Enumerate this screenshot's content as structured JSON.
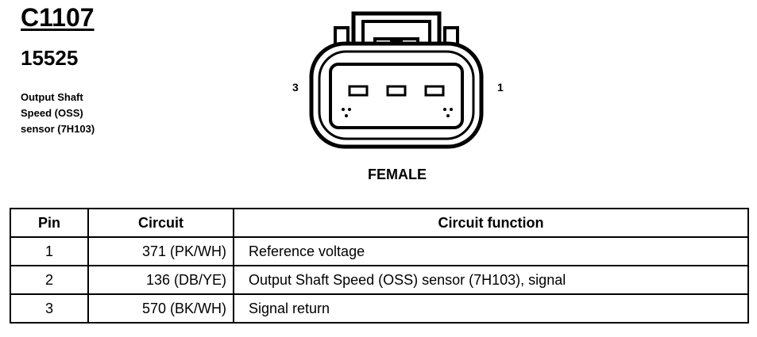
{
  "connector": {
    "id": "C1107",
    "part_number": "15525",
    "description_lines": [
      "Output Shaft",
      "Speed (OSS)",
      "sensor (7H103)"
    ],
    "pin_left_label": "3",
    "pin_right_label": "1",
    "gender": "FEMALE"
  },
  "table": {
    "headers": {
      "pin": "Pin",
      "circuit": "Circuit",
      "function": "Circuit function"
    },
    "rows": [
      {
        "pin": "1",
        "circuit": "371 (PK/WH)",
        "function": "Reference voltage"
      },
      {
        "pin": "2",
        "circuit": "136 (DB/YE)",
        "function": "Output Shaft Speed (OSS) sensor (7H103), signal"
      },
      {
        "pin": "3",
        "circuit": "570 (BK/WH)",
        "function": "Signal return"
      }
    ]
  }
}
